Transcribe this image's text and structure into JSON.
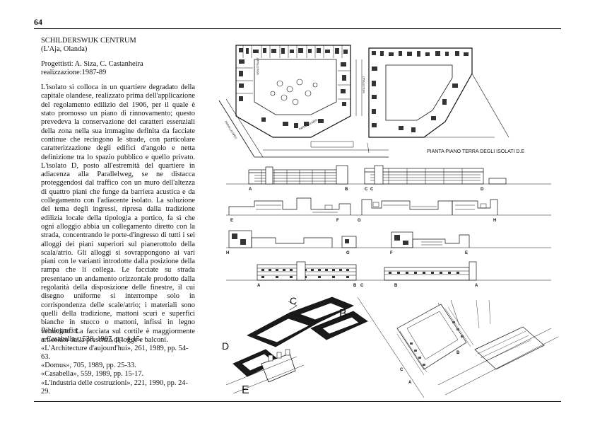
{
  "page": {
    "number": "64"
  },
  "project": {
    "title": "SCHILDERSWIJK CENTRUM",
    "location": "(L'Aja, Olanda)",
    "designers": "Progettisti: A. Siza, C. Castanheira",
    "realization": "realizzazione:1987-89"
  },
  "body_text": "L'isolato si colloca in un quartiere degradato della capitale olandese, realizzato prima dell'applicazione del regolamento edilizio del 1906, per il quale è stato promosso un piano di rinnovamento; questo prevedeva la conservazione dei caratteri essenziali della zona nella sua immagine definita da facciate continue che recingono le strade, con particolare caratterizzazione degli edifici d'angolo e netta definizione tra lo spazio pubblico e quello privato. L'isolato D, posto all'estremità del quartiere in adiacenza alla Parallelweg, se ne distacca proteggendosi dal traffico con un muro dell'altezza di quattro piani che funge da barriera acustica e da collegamento con l'adiacente isolato. La soluzione del tema degli ingressi, ripresa dalla tradizione edilizia locale della tipologia a portico, fa sì che ogni alloggio abbia un collegamento diretto con la strada, concentrando le porte-d'ingresso di tutti i sei alloggi dei piani superiori sul pianerottolo della scala/atrio. Gli alloggi si sovrappongono ai vari piani con le varianti introdotte dalla posizione della rampa che li collega. Le facciate su strada presentano un andamento orizzontale prodotto dalla regolarità della disposizione delle finestre, il cui disegno uniforme si interrompe solo in corrispondenza delle scale/atrio; i materiali sono quelli della tradizione, mattoni scuri e superfici bianche in stucco o mattoni, infissi in legno verniciato. La facciata sul cortile è maggiormente articolata dalla presenza di logge e balconi.",
  "bibliography": {
    "heading": "Bibliografia:",
    "entries": [
      "« Casabella», 538, 1987, pp. 4-15.",
      "«L'Architecture d'aujourd'hui», 261, 1989, pp. 54-63.",
      "«Domus», 705, 1989, pp. 25-33.",
      "«Casabella», 559, 1989, pp. 15-17.",
      "«L'industria delle costruzioni», 221, 1990, pp. 24-29."
    ]
  },
  "plan": {
    "caption": "PIANTA PIANO TERRA DEGLI ISOLATI D.E",
    "street_labels": [
      "WOLSTRAAT",
      "WOLSTRAAT",
      "PARALLELWEG",
      "PARALLELWEG"
    ]
  },
  "elevation_labels": {
    "row1": [
      "A",
      "B",
      "C",
      "C",
      "D"
    ],
    "row2": [
      "E",
      "F",
      "G",
      "H"
    ],
    "row3": [
      "H",
      "G",
      "F",
      "E"
    ],
    "row4": [
      "A",
      "B",
      "C",
      "B",
      "A"
    ]
  },
  "axonometric_labels": [
    "C",
    "B",
    "D",
    "E"
  ],
  "perspective_labels": [
    "C",
    "B",
    "A"
  ]
}
